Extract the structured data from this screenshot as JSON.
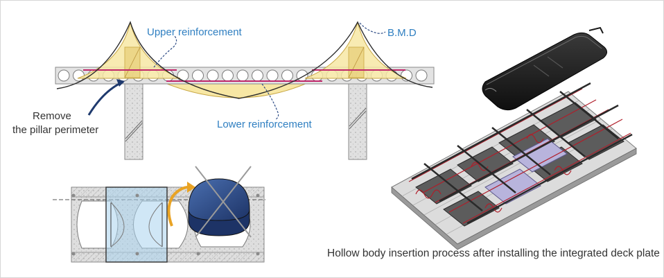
{
  "labels": {
    "upper_reinforcement": "Upper reinforcement",
    "lower_reinforcement": "Lower reinforcement",
    "bmd": "B.M.D",
    "remove_line1": "Remove",
    "remove_line2": "the pillar perimeter",
    "caption": "Hollow body insertion process after installing the integrated deck plate"
  },
  "colors": {
    "moment_fill": "#f7e7a4",
    "moment_stroke": "#c8a744",
    "slab": "#dcdcdc",
    "reinforcement": "#c0266a",
    "label_blue": "#2f7fc1",
    "arrow_navy": "#1f3a6e",
    "arrow_orange": "#e9a324",
    "hollow_body": "#2f4d86",
    "blue_band": "#a9d4ee"
  },
  "icons": {
    "remove_arrow": "curved-arrow-icon",
    "rotate_arrow": "rotate-arrow-icon",
    "cross_mark": "cross-mark-icon"
  }
}
